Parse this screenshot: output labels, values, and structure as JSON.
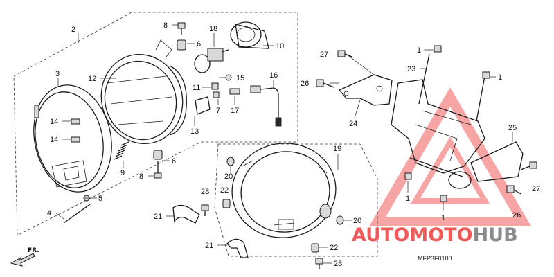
{
  "diagram_code": "MFP3F0100",
  "direction_label": "FR.",
  "watermark": {
    "text_red": "AUTOMOTO",
    "text_gray": "HUB",
    "color_red": "#f05a5a",
    "color_gray": "#8a8a8a"
  },
  "callouts": {
    "c1a": "1",
    "c1b": "1",
    "c1c": "1",
    "c1d": "1",
    "c2": "2",
    "c3": "3",
    "c4": "4",
    "c5": "5",
    "c6a": "6",
    "c6b": "6",
    "c7": "7",
    "c8a": "8",
    "c8b": "8",
    "c9": "9",
    "c10": "10",
    "c11": "11",
    "c12": "12",
    "c13": "13",
    "c14a": "14",
    "c14b": "14",
    "c15": "15",
    "c16": "16",
    "c17": "17",
    "c18": "18",
    "c19": "19",
    "c20a": "20",
    "c20b": "20",
    "c21a": "21",
    "c21b": "21",
    "c22a": "22",
    "c22b": "22",
    "c23": "23",
    "c24": "24",
    "c25": "25",
    "c26a": "26",
    "c26b": "26",
    "c27a": "27",
    "c27b": "27",
    "c28a": "28",
    "c28b": "28"
  }
}
